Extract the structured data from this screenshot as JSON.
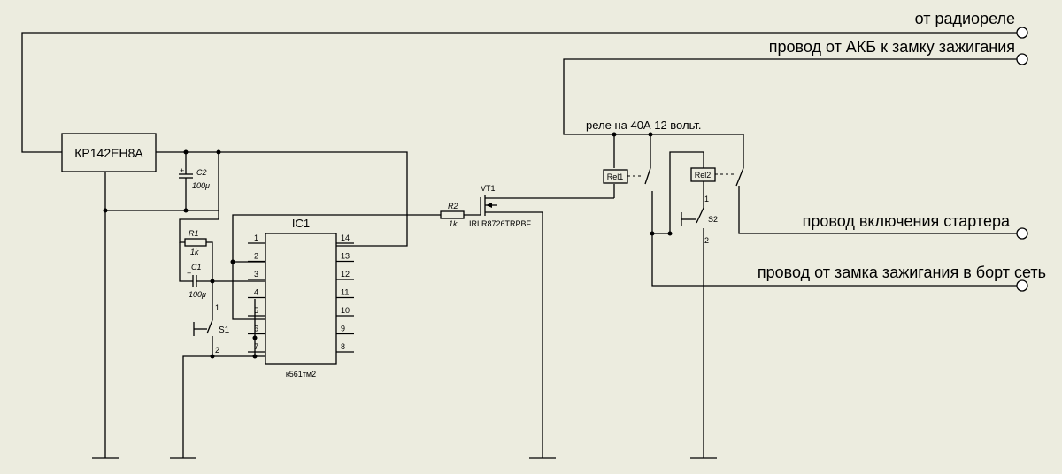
{
  "terminals": {
    "radio_relay": "от радиореле",
    "battery_wire": "провод от АКБ к замку зажигания",
    "starter_wire": "провод включения стартера",
    "onboard_wire": "провод от замка зажигания в борт сеть"
  },
  "relay_note": "реле на 40А 12 вольт.",
  "regulator": {
    "label": "КР142ЕН8А"
  },
  "ic": {
    "ref": "IC1",
    "part": "к561тм2",
    "pins_left": [
      "1",
      "2",
      "3",
      "4",
      "5",
      "6",
      "7"
    ],
    "pins_right": [
      "14",
      "13",
      "12",
      "11",
      "10",
      "9",
      "8"
    ]
  },
  "components": {
    "c2_ref": "C2",
    "c2_val": "100μ",
    "r1_ref": "R1",
    "r1_val": "1k",
    "c1_ref": "C1",
    "c1_val": "100μ",
    "r2_ref": "R2",
    "r2_val": "1k",
    "vt1_ref": "VT1",
    "vt1_part": "IRLR8726TRPBF",
    "s1_ref": "S1",
    "s1_pin1": "1",
    "s1_pin2": "2",
    "s2_ref": "S2",
    "s2_pin1": "1",
    "s2_pin2": "2",
    "rel1_ref": "Rel1",
    "rel2_ref": "Rel2"
  }
}
